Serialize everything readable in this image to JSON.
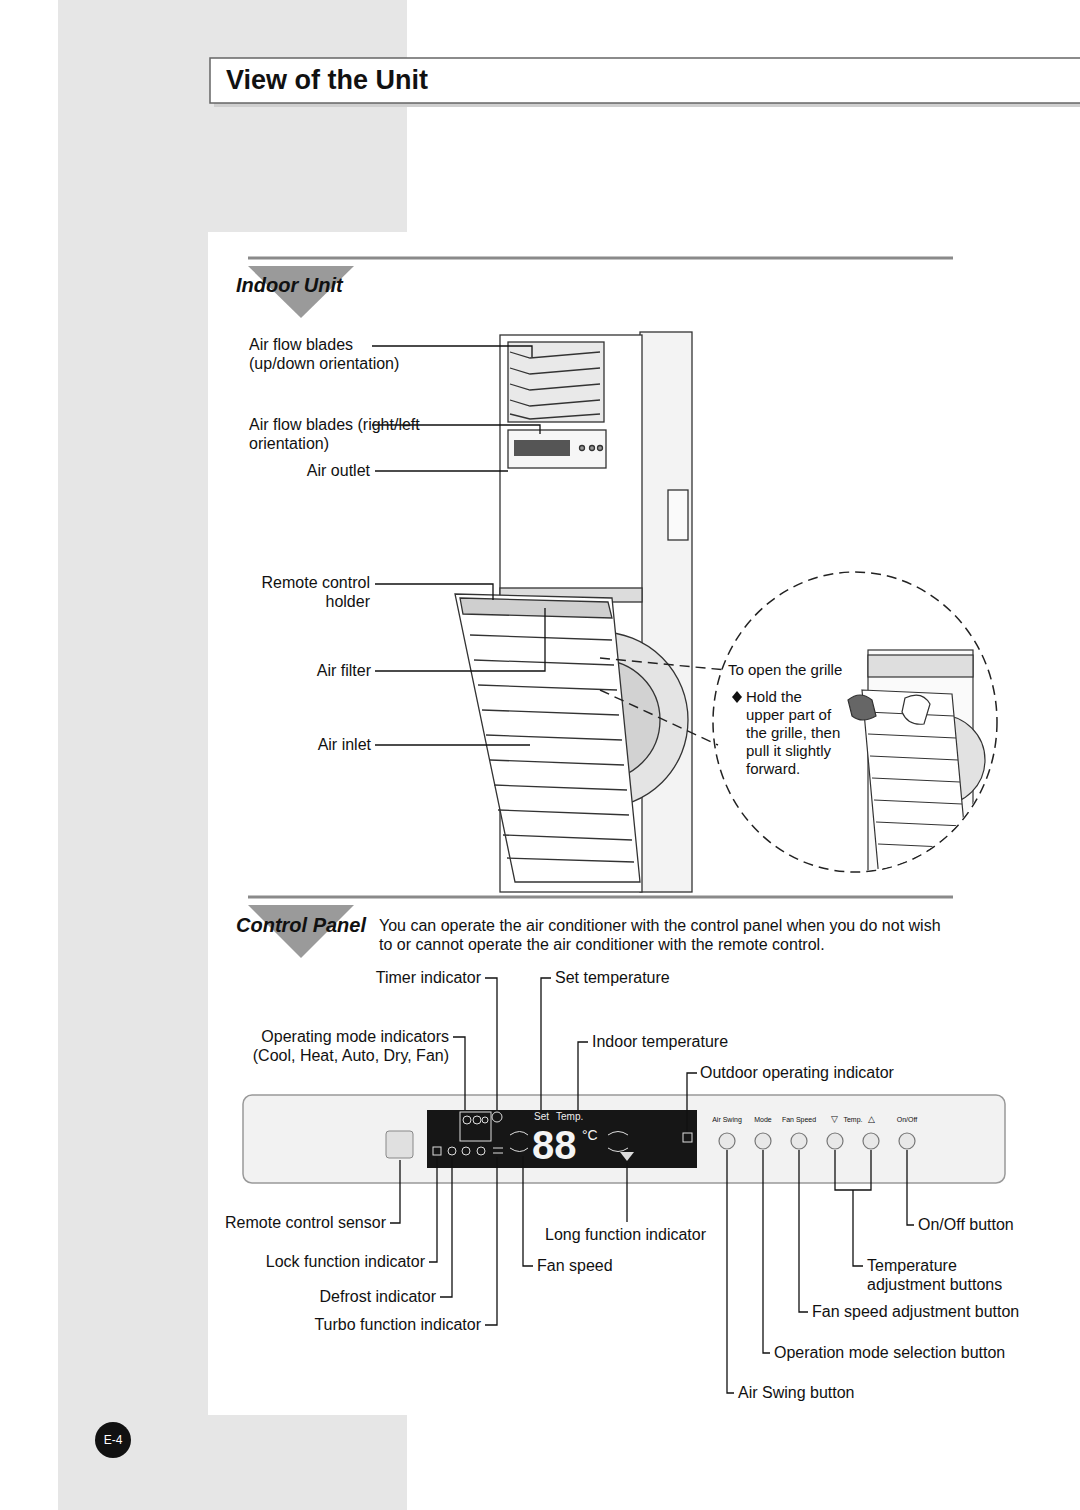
{
  "diagram": {
    "title": "View of the Unit",
    "nodes": [
      {
        "text": [
          "E-4"
        ]
      }
    ],
    "labels": [
      "Indoor Unit",
      "Air flow blades (up/down orientation)",
      "Air flow blades (right/left orientation)",
      "Air outlet",
      "Remote control holder",
      "Air filter",
      "Air inlet",
      "To open the grille",
      "Hold the upper part of the grille, then pull it slightly forward.",
      "Control Panel",
      "You can operate the air conditioner with the control panel when you do not wish to or cannot operate the air conditioner with the remote control.",
      "Timer indicator",
      "Set temperature",
      "Operating mode indicators (Cool, Heat, Auto, Dry, Fan)",
      "Indoor temperature",
      "Outdoor operating indicator",
      "Set",
      "Temp.",
      "88",
      "°C",
      "Air Swing",
      "Mode",
      "Fan Speed",
      "▽",
      "Temp.",
      "△",
      "On/Off",
      "Remote control sensor",
      "Long function indicator",
      "On/Off button",
      "Lock function indicator",
      "Fan speed",
      "Temperature adjustment buttons",
      "Defrost indicator",
      "Fan speed adjustment button",
      "Turbo function indicator",
      "Operation mode selection button",
      "Air Swing button"
    ]
  }
}
